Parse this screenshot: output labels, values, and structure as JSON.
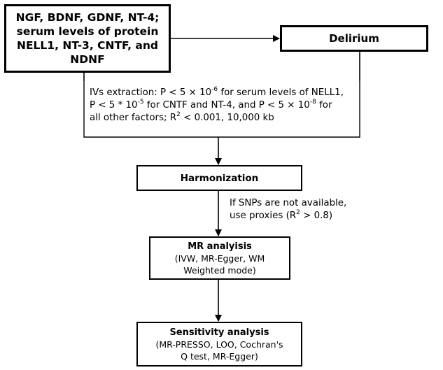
{
  "exposures": {
    "lines": [
      "NGF, BDNF, GDNF, NT-4;",
      "serum levels of protein",
      "NELL1, NT-3, CNTF, and",
      "NDNF"
    ]
  },
  "outcome": {
    "label": "Delirium"
  },
  "ivs": {
    "line1_pre": "IVs extraction: P < 5 × 10",
    "line1_sup": "-6",
    "line1_post": " for serum levels of NELL1,",
    "line2_pre": "P < 5 * 10",
    "line2_sup": "-5",
    "line2_mid": " for CNTF and NT-4, and P < 5 × 10",
    "line2_sup2": "-8",
    "line2_post": " for",
    "line3_pre": "all other factors;  R",
    "line3_sup": "2",
    "line3_post": " < 0.001, 10,000 kb"
  },
  "harmonization": {
    "label": "Harmonization"
  },
  "proxies": {
    "line1": "If SNPs are not available,",
    "line2_pre": "use proxies (R",
    "line2_sup": "2",
    "line2_post": " > 0.8)"
  },
  "mr": {
    "title": "MR analyisis",
    "line1": "(IVW, MR-Egger, WM",
    "line2": "Weighted mode)"
  },
  "sensitivity": {
    "title": "Sensitivity analysis",
    "line1": "(MR-PRESSO, LOO, Cochran's",
    "line2": "Q test,  MR-Egger)"
  }
}
